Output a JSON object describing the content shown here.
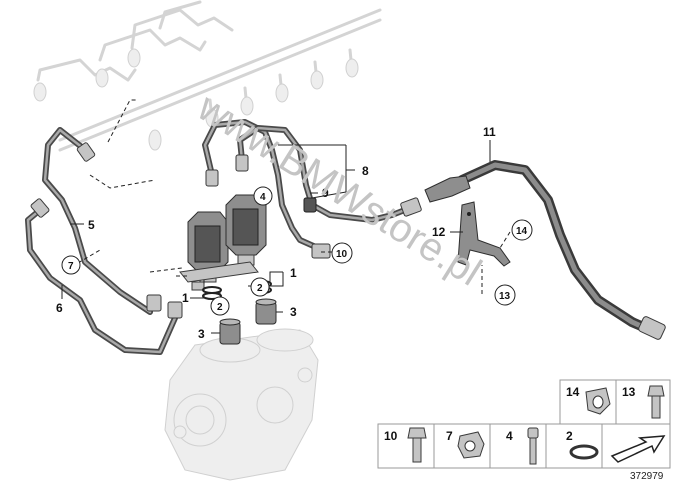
{
  "diagram": {
    "watermark": "www.BMWstore.pl",
    "image_number": "372979",
    "callouts": {
      "c1a": "1",
      "c1b": "1",
      "c2a": "2",
      "c2b": "2",
      "c3a": "3",
      "c3b": "3",
      "c4": "4",
      "c5": "5",
      "c6": "6",
      "c7": "7",
      "c8": "8",
      "c9": "9",
      "c10": "10",
      "c11": "11",
      "c12": "12",
      "c13": "13",
      "c14": "14"
    },
    "legend": {
      "top": [
        "14",
        "13"
      ],
      "bottom": [
        "10",
        "7",
        "4",
        "2"
      ]
    }
  }
}
